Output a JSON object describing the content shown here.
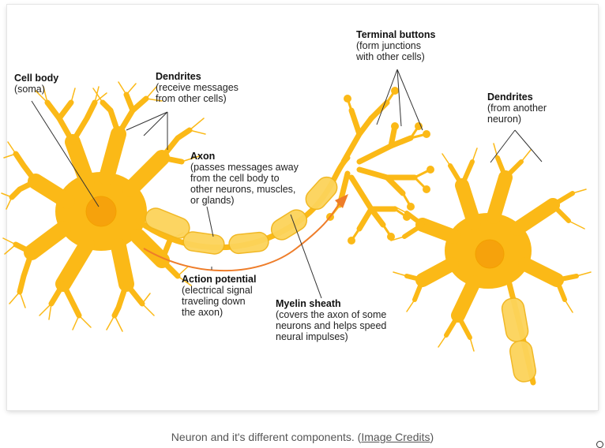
{
  "labels": {
    "cell_body": {
      "title": "Cell body",
      "sub": "(soma)"
    },
    "dendrites_left": {
      "title": "Dendrites",
      "sub": "(receive messages\nfrom other cells)"
    },
    "axon": {
      "title": "Axon",
      "sub": "(passes messages away\nfrom the cell body to\nother neurons, muscles,\nor glands)"
    },
    "terminal_buttons": {
      "title": "Terminal buttons",
      "sub": "(form junctions\nwith other cells)"
    },
    "dendrites_right": {
      "title": "Dendrites",
      "sub": "(from another\nneuron)"
    },
    "action_potential": {
      "title": "Action potential",
      "sub": "(electrical signal\ntraveling down\nthe axon)"
    },
    "myelin_sheath": {
      "title": "Myelin sheath",
      "sub": "(covers the axon of some\nneurons and helps speed\nneural impulses)"
    }
  },
  "caption": {
    "text": "Neuron and it's different components. (",
    "link": "Image Credits",
    "close": ")"
  },
  "colors": {
    "neuron_fill": "#fbb917",
    "neuron_edge": "#f0a800",
    "nucleus": "#f6a20c",
    "myelin": "#fcd35a",
    "leader_line": "#333333",
    "action_arrow": "#ee7d2a"
  }
}
